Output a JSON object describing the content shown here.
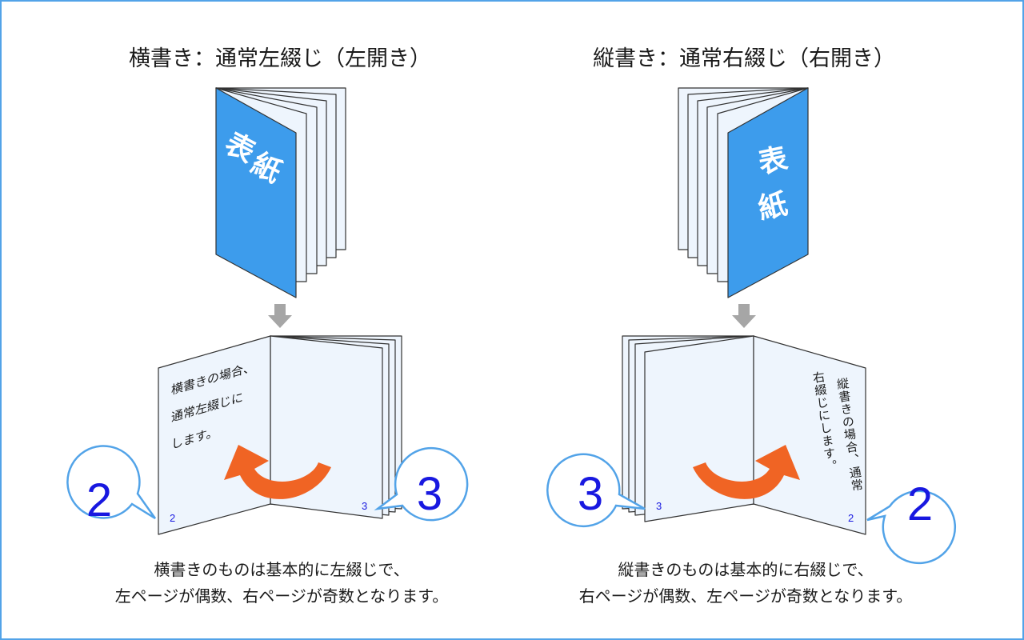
{
  "left_panel": {
    "title": "横書き：通常左綴じ（左開き）",
    "cover_chars": [
      "表",
      "紙"
    ],
    "page_text_lines": [
      "横書きの場合、",
      "通常左綴じに",
      "します。"
    ],
    "left_page_number": "2",
    "right_page_number": "3",
    "caption_lines": [
      "横書きのものは基本的に左綴じで、",
      "左ページが偶数、右ページが奇数となります。"
    ]
  },
  "right_panel": {
    "title": "縦書き：通常右綴じ（右開き）",
    "cover_chars": [
      "表",
      "紙"
    ],
    "page_text_columns": [
      "縦書きの場合、通常",
      "右綴じにします。"
    ],
    "left_page_number": "3",
    "right_page_number": "2",
    "caption_lines": [
      "縦書きのものは基本的に右綴じで、",
      "右ページが偶数、左ページが奇数となります。"
    ]
  },
  "colors": {
    "frame_border": "#52a3e8",
    "cover_blue": "#3d9cec",
    "page_fill": "#eef5fd",
    "arrow_orange": "#f06424",
    "down_arrow_gray": "#a6a6a6",
    "page_number_blue": "#1818e0"
  }
}
